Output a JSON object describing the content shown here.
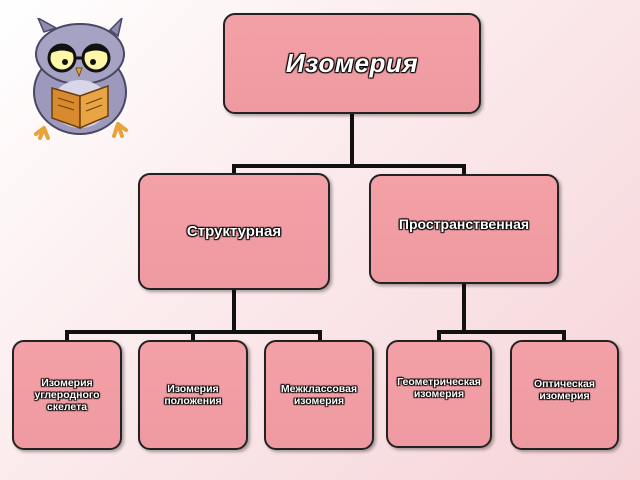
{
  "diagram": {
    "root": {
      "label": "Изомерия"
    },
    "structural": {
      "label": "Структурная",
      "children": [
        {
          "label": "Изомерия углеродного скелета"
        },
        {
          "label": "Изомерия положения"
        },
        {
          "label": "Межклассовая изомерия"
        }
      ]
    },
    "spatial": {
      "label": "Пространственная",
      "children": [
        {
          "label": "Геометрическая изомерия"
        },
        {
          "label": "Оптическая изомерия"
        }
      ]
    }
  },
  "colors": {
    "box_fill": "#f3a0a6",
    "box_border": "#222222",
    "connector": "#111111",
    "label_text": "#ffffff",
    "background": "#f6d4d8"
  },
  "icons": {
    "mascot": "owl-reading-book-icon"
  }
}
